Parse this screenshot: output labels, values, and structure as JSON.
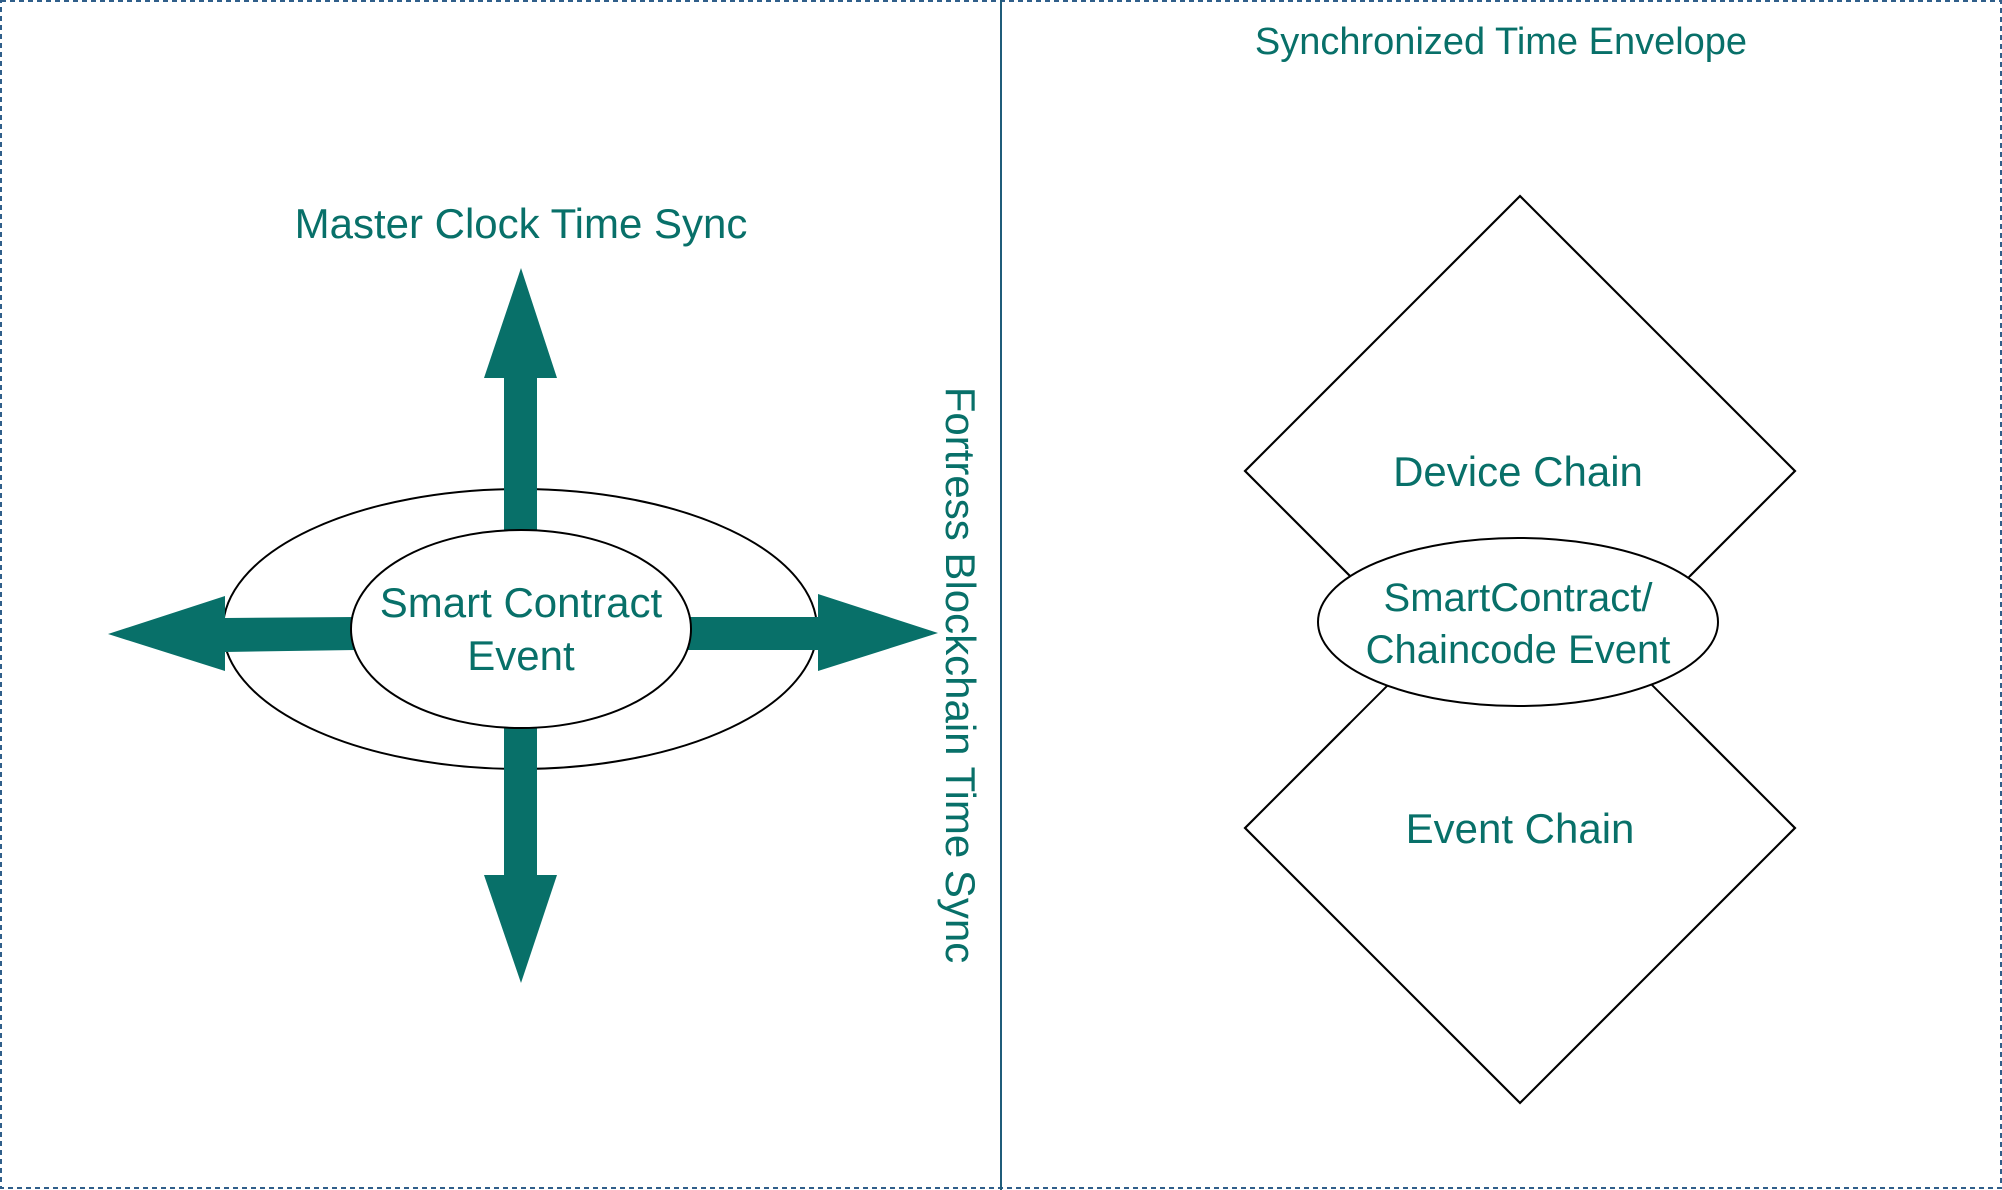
{
  "colors": {
    "accent": "#087069",
    "divider": "#1f5c7a",
    "frame_border": "#2f5e8a",
    "shape_stroke": "#000000",
    "background": "#ffffff"
  },
  "left_panel": {
    "title": "Master Clock Time Sync",
    "center_ellipse_line1": "Smart Contract",
    "center_ellipse_line2": "Event",
    "vertical_label": "Fortress Blockchain Time Sync",
    "arrows": [
      "up-arrow",
      "down-arrow",
      "left-arrow",
      "right-arrow"
    ]
  },
  "right_panel": {
    "title": "Synchronized Time Envelope",
    "upper_diamond_label": "Device Chain",
    "lower_diamond_label": "Event Chain",
    "center_ellipse_line1": "SmartContract/",
    "center_ellipse_line2": "Chaincode Event"
  }
}
